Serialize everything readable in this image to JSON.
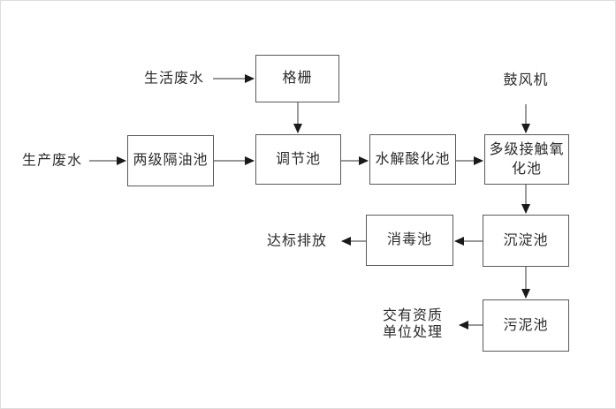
{
  "diagram": {
    "type": "flowchart",
    "description_domain": "wastewater-treatment-process",
    "nodes": {
      "grating": "格栅",
      "two_stage_oil_separator": "两级隔油池",
      "regulating_tank": "调节池",
      "hydrolysis_acidification_tank": "水解酸化池",
      "multi_stage_contact_oxidation_tank": "多级接触氧化池",
      "sedimentation_tank": "沉淀池",
      "disinfection_tank": "消毒池",
      "sludge_tank": "污泥池"
    },
    "labels": {
      "domestic_wastewater": "生活废水",
      "production_wastewater": "生产废水",
      "blower": "鼓风机",
      "standard_discharge": "达标排放",
      "qualified_unit_line1": "交有资质",
      "qualified_unit_line2": "单位处理"
    },
    "edges": [
      "生活废水 → 格栅",
      "格栅 → 调节池",
      "生产废水 → 两级隔油池",
      "两级隔油池 → 调节池",
      "调节池 → 水解酸化池",
      "水解酸化池 → 多级接触氧化池",
      "鼓风机 → 多级接触氧化池",
      "多级接触氧化池 → 沉淀池",
      "沉淀池 → 消毒池",
      "消毒池 → 达标排放",
      "沉淀池 → 污泥池",
      "污泥池 → 交有资质单位处理"
    ],
    "colors": {
      "line": "#595959",
      "arrowhead": "#1a1a1a",
      "text": "#2b2b2b",
      "background": "#ffffff"
    }
  }
}
